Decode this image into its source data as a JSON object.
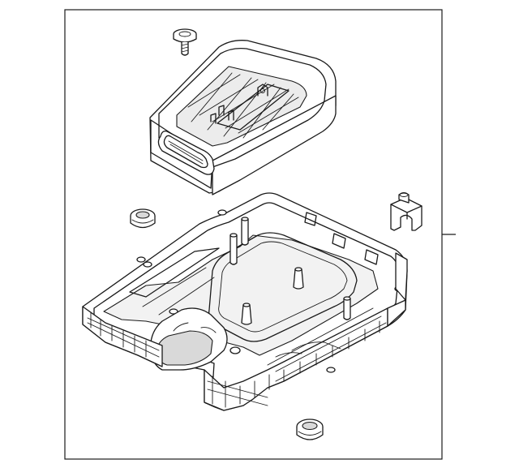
{
  "diagram": {
    "colors": {
      "line": "#1a1a1a",
      "background": "#ffffff",
      "shade": "#d9d9d9"
    },
    "parts": [
      {
        "id": "bolt",
        "icon": "bolt-icon"
      },
      {
        "id": "upper-housing-cover",
        "icon": "housing-cover-icon"
      },
      {
        "id": "grommet-left",
        "icon": "grommet-icon"
      },
      {
        "id": "clip",
        "icon": "clip-icon"
      },
      {
        "id": "lower-housing-tray",
        "icon": "housing-tray-icon"
      },
      {
        "id": "grommet-bottom",
        "icon": "grommet-icon"
      }
    ]
  }
}
